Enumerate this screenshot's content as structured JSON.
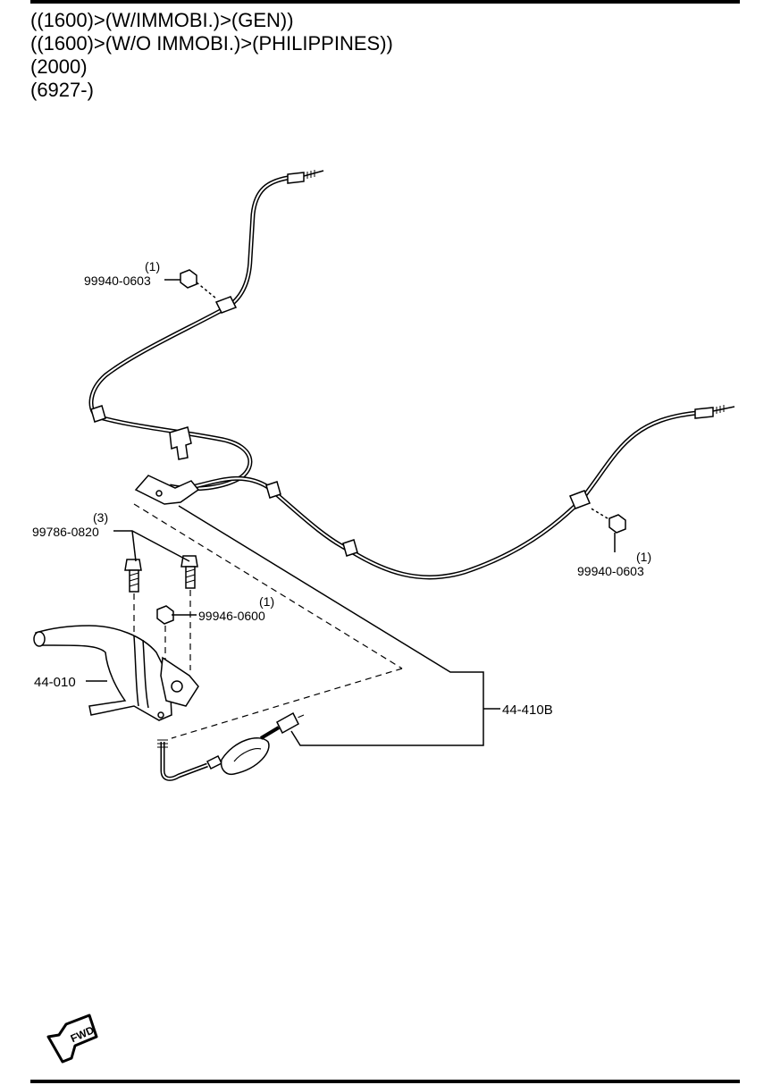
{
  "header": {
    "lines": [
      "((1600)>(W/IMMOBI.)>(GEN))",
      "((1600)>(W/O IMMOBI.)>(PHILIPPINES))",
      "(2000)",
      "(6927-)"
    ]
  },
  "callouts": {
    "nut_upper": {
      "qty": "(1)",
      "part": "99940-0603"
    },
    "nut_right": {
      "qty": "(1)",
      "part": "99940-0603"
    },
    "bolt": {
      "qty": "(3)",
      "part": "99786-0820"
    },
    "nut_lever": {
      "qty": "(1)",
      "part": "99946-0600"
    },
    "lever": {
      "part": "44-010"
    },
    "cable": {
      "part": "44-410B"
    }
  },
  "fwd_label": "FWD"
}
